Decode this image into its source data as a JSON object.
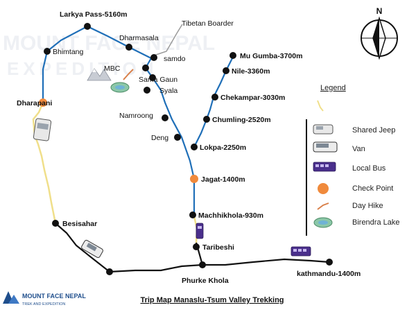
{
  "map": {
    "title": "Trip Map Manaslu-Tsum Valley Trekking",
    "north_label": "N",
    "watermark": {
      "line1": "MOUNT FACE NEPAL",
      "line2": "EXPEDITION"
    },
    "logo": {
      "name": "MOUNT FACE NEPAL",
      "tagline": "TREK AND EXPEDITION"
    },
    "colors": {
      "route_blue": "#1f6fb8",
      "road_black": "#111111",
      "jeep_yellow": "#f0df8a",
      "checkpoint_orange": "#f08a3c",
      "dayhike_orange": "#d9804a",
      "bus_purple": "#4a2f8c",
      "tibet_gray": "#9a9a9a"
    },
    "places": {
      "larkya": "Larkya Pass-5160m",
      "dharmasala": "Dharmasala",
      "tibetan_border": "Tibetan Boarder",
      "samdo": "samdo",
      "bhimtang": "Bhimtang",
      "mbc": "MBC",
      "sama_gaun": "Sama Gaun",
      "syala": "Syala",
      "namroong": "Namroong",
      "deng": "Deng",
      "lokpa": "Lokpa-2250m",
      "jagat": "Jagat-1400m",
      "machhikhola": "Machhikhola-930m",
      "taribeshi": "Taribeshi",
      "phurke": "Phurke Khola",
      "kathmandu": "kathmandu-1400m",
      "besisahar": "Besisahar",
      "dharapani": "Dharapani",
      "mu_gumba": "Mu Gumba-3700m",
      "nile": "Nile-3360m",
      "chekampar": "Chekampar-3030m",
      "chumling": "Chumling-2520m"
    },
    "legend": {
      "title": "Legend",
      "items": [
        "Shared Jeep",
        "Van",
        "Local Bus",
        "Check Point",
        "Day Hike",
        "Birendra Lake"
      ]
    }
  }
}
